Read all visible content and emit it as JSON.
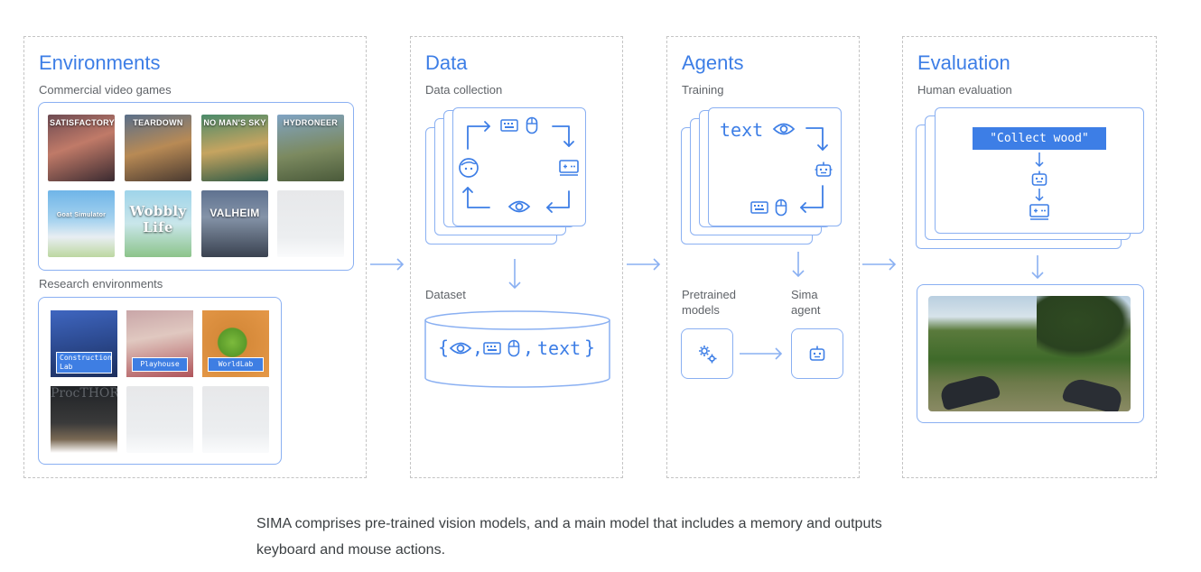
{
  "columns": {
    "environments": {
      "title": "Environments",
      "commercial_label": "Commercial video games",
      "games": [
        "SATISFACTORY",
        "TEARDOWN",
        "NO MAN'S SKY",
        "HYDRONEER",
        "Goat Simulator",
        "Wobbly Life",
        "VALHEIM"
      ],
      "research_label": "Research environments",
      "research": [
        "Construction Lab",
        "Playhouse",
        "WorldLab",
        "ProcTHOR"
      ]
    },
    "data": {
      "title": "Data",
      "collection_label": "Data collection",
      "dataset_label": "Dataset",
      "dataset_text": "text"
    },
    "agents": {
      "title": "Agents",
      "training_label": "Training",
      "training_text": "text",
      "pretrained_label": "Pretrained models",
      "sima_label": "Sima agent"
    },
    "evaluation": {
      "title": "Evaluation",
      "human_label": "Human evaluation",
      "instruction": "\"Collect wood\""
    }
  },
  "caption": "SIMA comprises pre-trained vision models, and a main model that includes a memory and outputs keyboard and mouse actions.",
  "colors": {
    "accent": "#3d7ee6",
    "border": "#8ab0f2",
    "dashed": "#c4c4c4"
  },
  "icons": [
    "eye-icon",
    "keyboard-icon",
    "mouse-icon",
    "gamepad-icon",
    "face-icon",
    "robot-icon",
    "gears-icon",
    "arrow-icon"
  ]
}
